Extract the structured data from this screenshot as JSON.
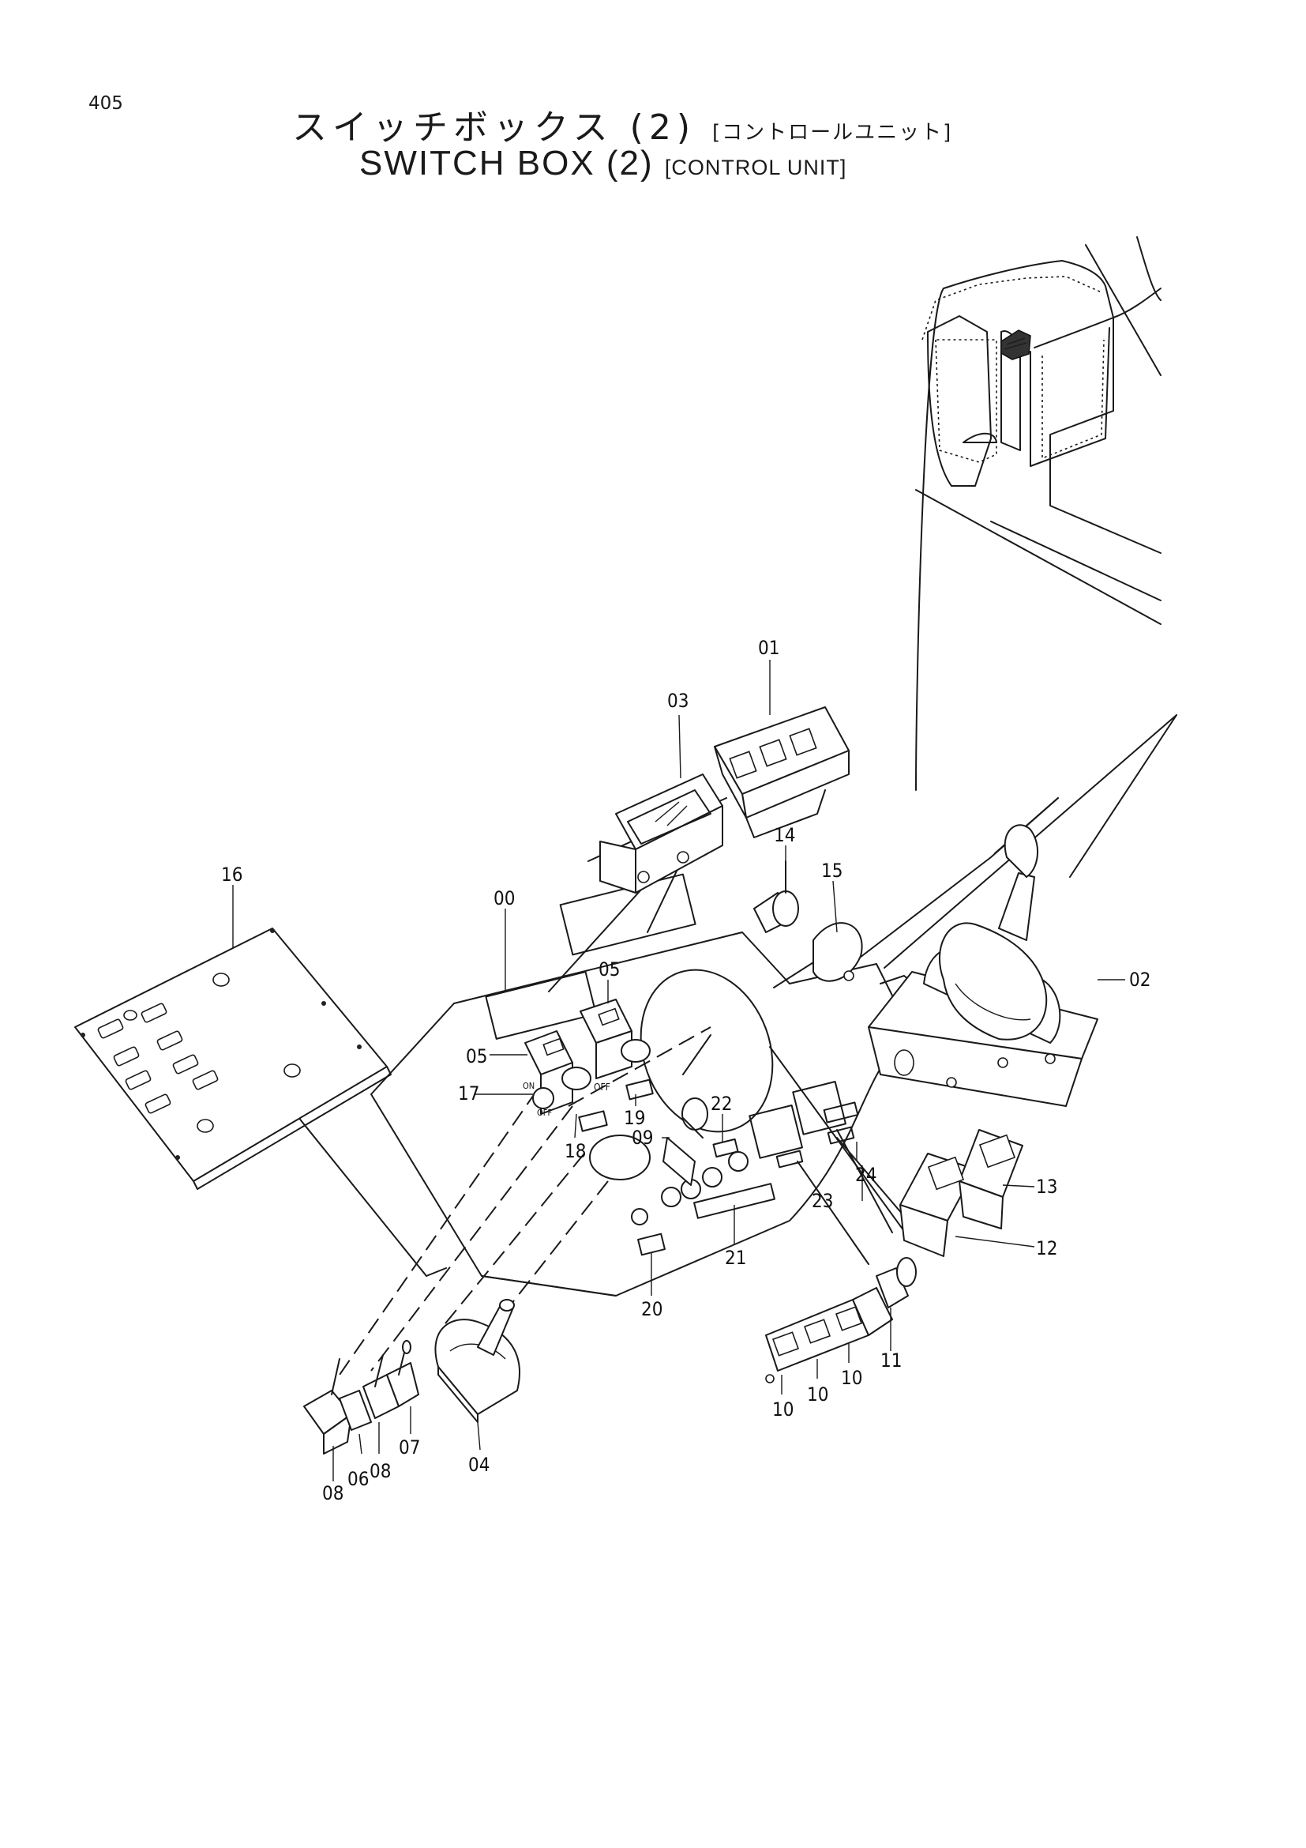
{
  "page_number": "405",
  "title_jp": "スイッチボックス (2)",
  "title_jp_sub": "[コントロールユニット]",
  "title_en": "SWITCH BOX (2)",
  "title_en_sub": "[CONTROL UNIT]",
  "switch_text": {
    "on": "ON",
    "off": "OFF"
  },
  "callouts": {
    "c00": "00",
    "c01": "01",
    "c02": "02",
    "c03": "03",
    "c04": "04",
    "c05a": "05",
    "c05b": "05",
    "c06": "06",
    "c07": "07",
    "c08a": "08",
    "c08b": "08",
    "c09": "09",
    "c10a": "10",
    "c10b": "10",
    "c10c": "10",
    "c11": "11",
    "c12": "12",
    "c13": "13",
    "c14": "14",
    "c15": "15",
    "c16": "16",
    "c17": "17",
    "c18": "18",
    "c19": "19",
    "c20": "20",
    "c21": "21",
    "c22": "22",
    "c23": "23",
    "c24": "24"
  }
}
